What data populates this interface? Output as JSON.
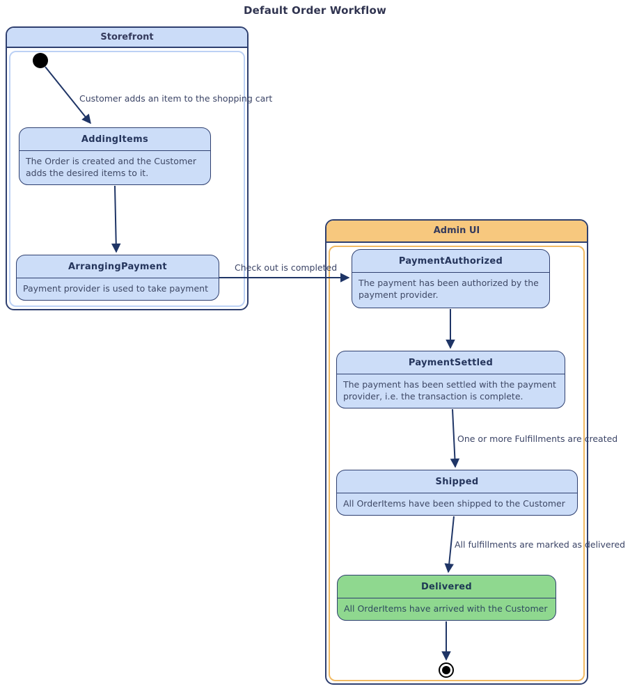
{
  "title": "Default Order Workflow",
  "containers": {
    "storefront": {
      "label": "Storefront"
    },
    "admin_ui": {
      "label": "Admin UI"
    }
  },
  "states": {
    "adding_items": {
      "name": "AddingItems",
      "description": "The Order is created and the Customer adds the desired items to it."
    },
    "arranging_payment": {
      "name": "ArrangingPayment",
      "description": "Payment provider is used to take payment"
    },
    "payment_authorized": {
      "name": "PaymentAuthorized",
      "description": "The payment has been authorized by the payment provider."
    },
    "payment_settled": {
      "name": "PaymentSettled",
      "description": "The payment has been settled with the payment provider, i.e. the transaction is complete."
    },
    "shipped": {
      "name": "Shipped",
      "description": "All OrderItems have been shipped to the Customer"
    },
    "delivered": {
      "name": "Delivered",
      "description": "All OrderItems have arrived with the Customer"
    }
  },
  "transitions": {
    "start_to_adding": "Customer adds an item to the shopping cart",
    "arranging_to_authorized": "Check out is completed",
    "settled_to_shipped": "One or more Fulfillments are created",
    "shipped_to_delivered": "All fulfillments are marked as delivered"
  },
  "colors": {
    "state_fill": "#ccddf8",
    "state_border": "#2e3f6f",
    "storefront_header": "#cbdcf8",
    "admin_header": "#f7c87e",
    "admin_inner_border": "#f2ba62",
    "delivered_fill": "#8fd88f",
    "arrow": "#1f3566",
    "label_text": "#3b4466",
    "title_text": "#303450"
  }
}
